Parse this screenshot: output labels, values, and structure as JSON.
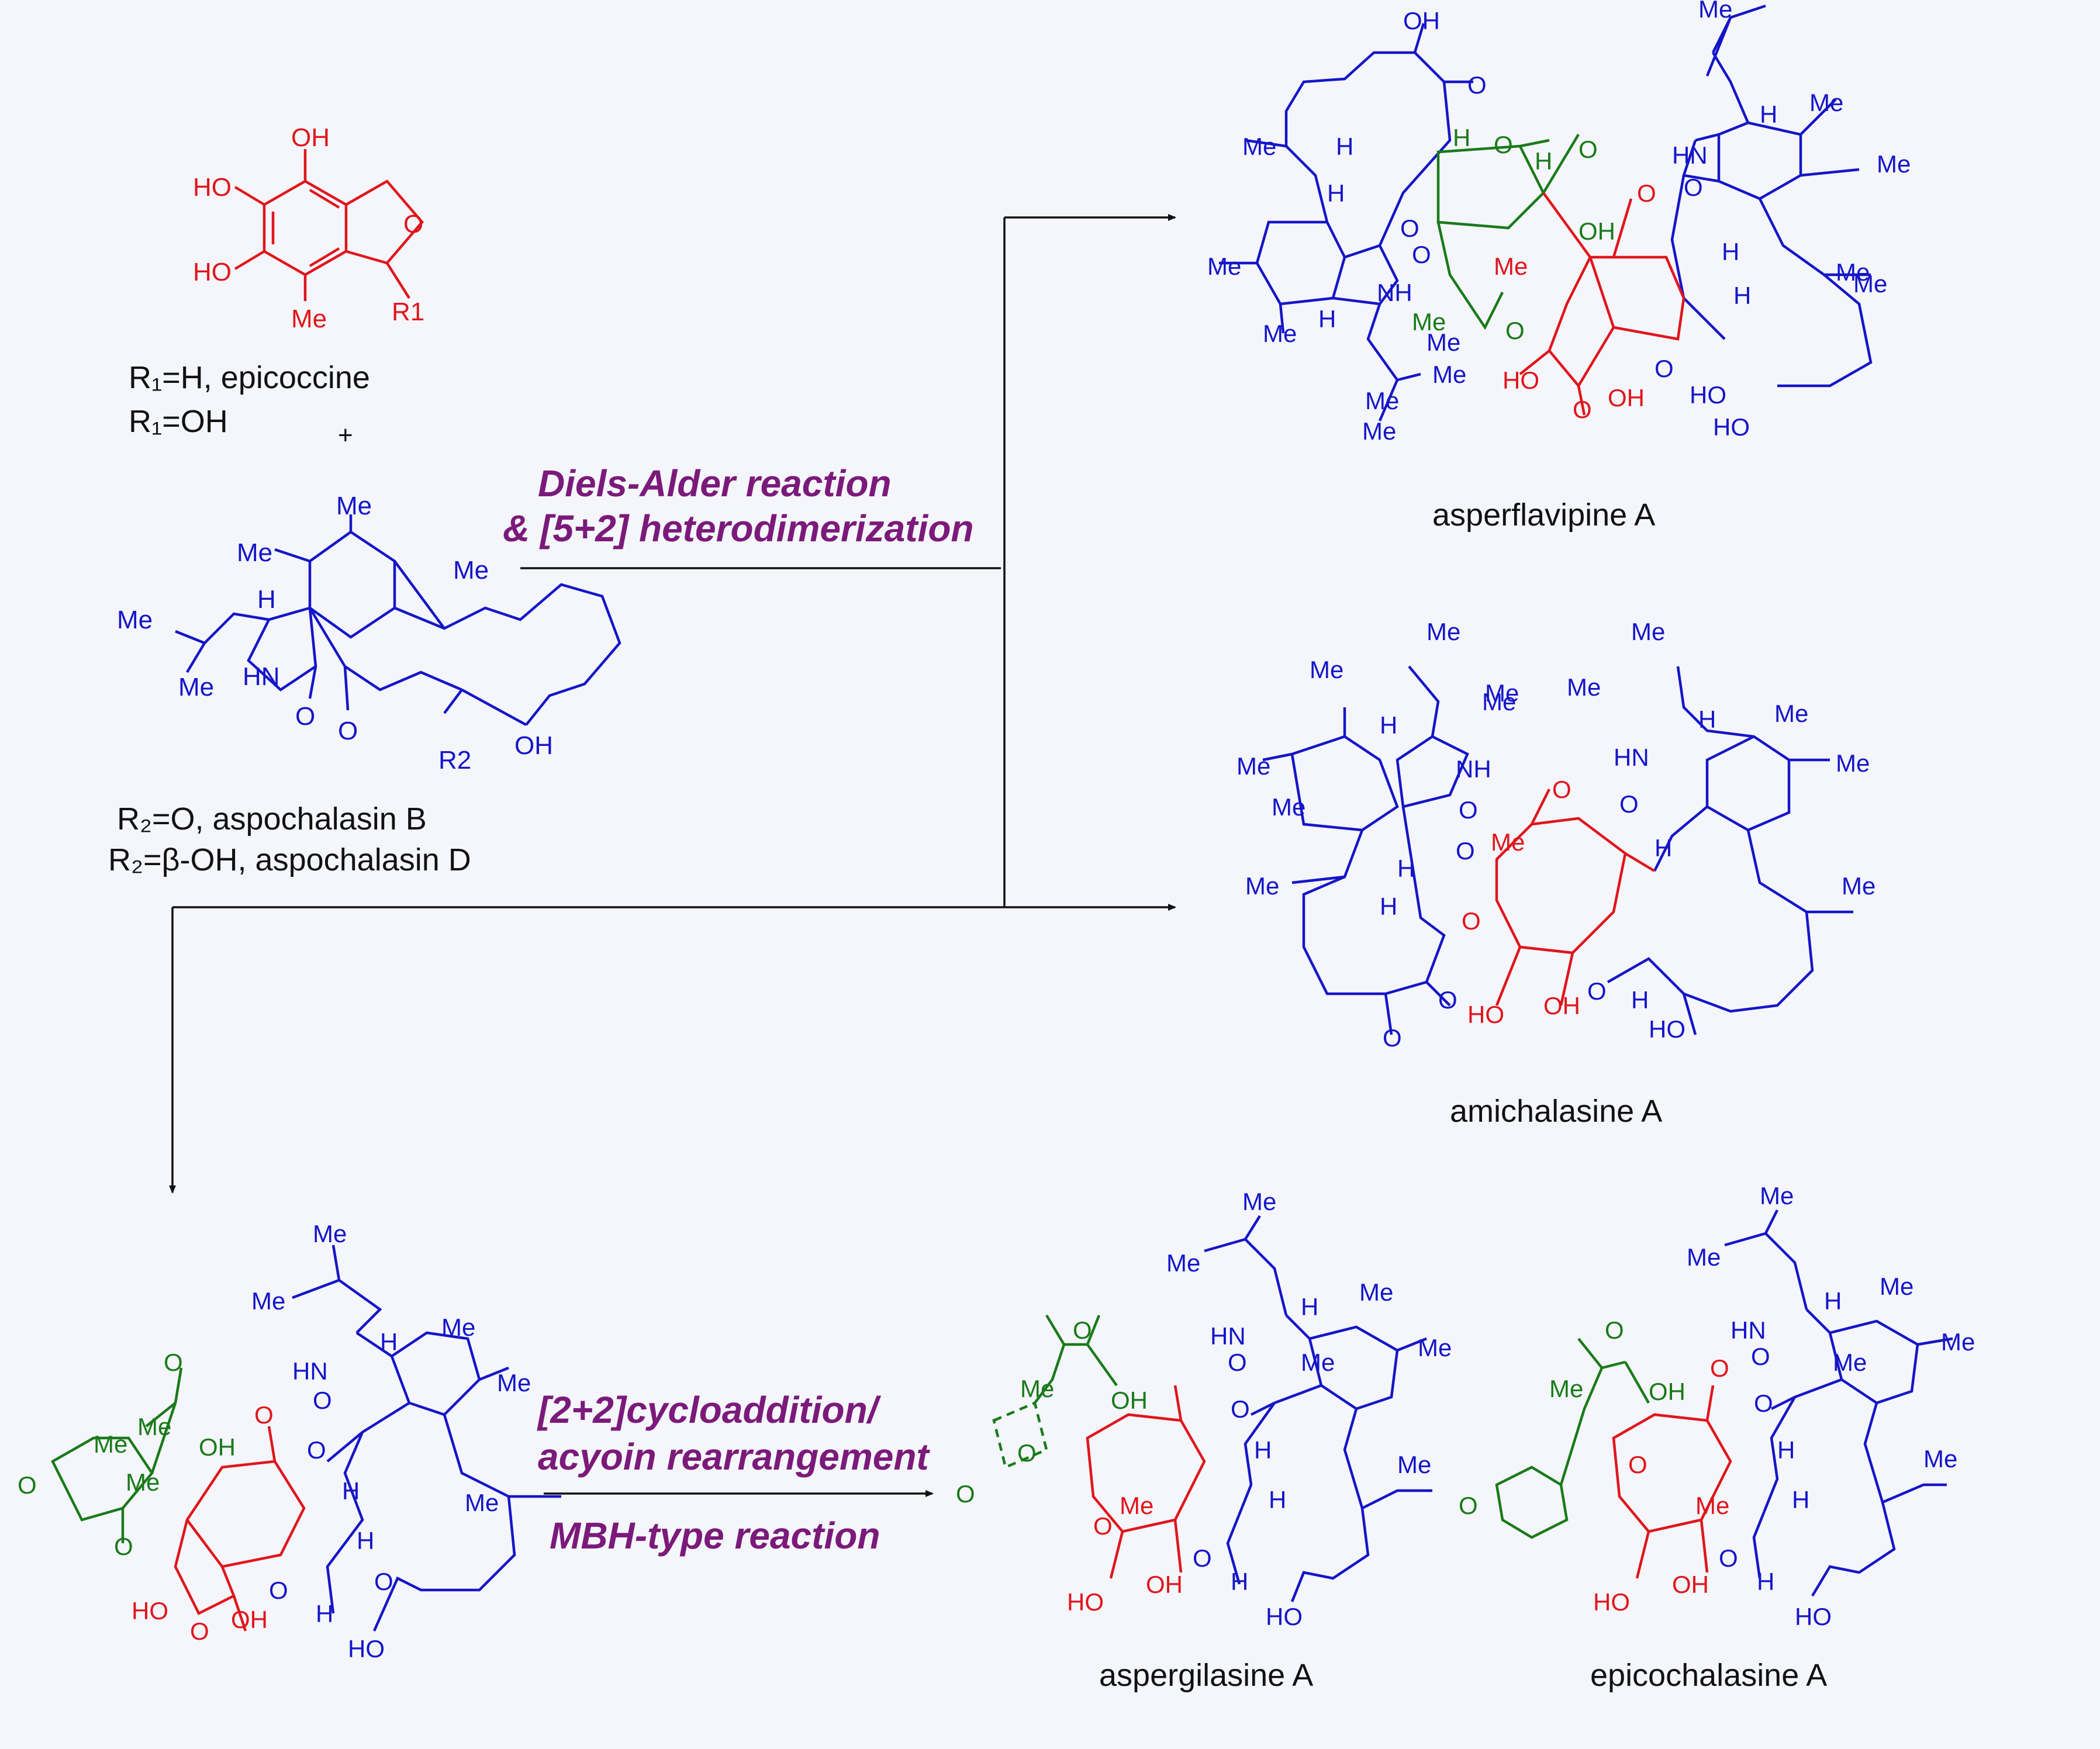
{
  "colors": {
    "epicoccine": "#e0151c",
    "aspochalasin": "#1515c8",
    "green": "#1a7a1a",
    "condition": "#7b1a7a",
    "arrow": "#111111"
  },
  "reactants": {
    "epicoccine": {
      "atoms": [
        "OH",
        "HO",
        "HO",
        "O",
        "Me",
        "R1"
      ],
      "labels": [
        "R₁=H, epicoccine",
        "R₁=OH"
      ]
    },
    "plus": "+",
    "aspochalasin": {
      "atoms": [
        "Me",
        "Me",
        "H",
        "Me",
        "Me",
        "HN",
        "O",
        "O",
        "Me",
        "R2",
        "OH"
      ],
      "labels": [
        "R₂=O, aspochalasin B",
        "R₂=β-OH, aspochalasin D"
      ]
    }
  },
  "conditions": {
    "top": [
      "Diels-Alder reaction",
      "& [5+2] heterodimerization"
    ],
    "bottom": [
      "[2+2]cycloaddition/",
      "acyoin rearrangement",
      "MBH-type reaction"
    ]
  },
  "products": {
    "asperflavipine": {
      "name": "asperflavipine A",
      "atoms": [
        "OH",
        "O",
        "Me",
        "H",
        "H",
        "O",
        "H",
        "O",
        "H",
        "O",
        "Me",
        "O",
        "O",
        "NH",
        "Me",
        "Me",
        "H",
        "Me",
        "Me",
        "OH",
        "O",
        "Me",
        "Me",
        "HN",
        "H",
        "Me",
        "Me",
        "O",
        "H",
        "H",
        "Me",
        "HO",
        "O",
        "OH",
        "O",
        "HO",
        "HO",
        "Me",
        "Me",
        "Me"
      ]
    },
    "amichalasine": {
      "name": "amichalasine A",
      "atoms": [
        "Me",
        "Me",
        "Me",
        "H",
        "NH",
        "Me",
        "Me",
        "O",
        "Me",
        "O",
        "H",
        "H",
        "Me",
        "O",
        "O",
        "O",
        "HO",
        "OH",
        "O",
        "H",
        "HO",
        "HN",
        "H",
        "Me",
        "Me",
        "O",
        "H",
        "Me",
        "O",
        "Me",
        "Me",
        "Me"
      ]
    },
    "intermediate": {
      "atoms": [
        "Me",
        "Me",
        "HN",
        "H",
        "Me",
        "Me",
        "O",
        "O",
        "O",
        "Me",
        "OH",
        "Me",
        "O",
        "O",
        "O",
        "H",
        "H",
        "Me",
        "HO",
        "O",
        "OH",
        "O",
        "HO",
        "H",
        "Me",
        "O"
      ]
    },
    "aspergilasine": {
      "name": "aspergilasine A",
      "atoms": [
        "Me",
        "Me",
        "HN",
        "H",
        "Me",
        "Me",
        "O",
        "O",
        "Me",
        "OH",
        "O",
        "O",
        "O",
        "H",
        "H",
        "Me",
        "Me",
        "O",
        "HO",
        "OH",
        "O",
        "H",
        "HO",
        "Me"
      ]
    },
    "epicochalasine": {
      "name": "epicochalasine A",
      "atoms": [
        "Me",
        "Me",
        "HN",
        "H",
        "Me",
        "Me",
        "O",
        "O",
        "Me",
        "OH",
        "O",
        "O",
        "O",
        "H",
        "H",
        "Me",
        "Me",
        "HO",
        "OH",
        "O",
        "H",
        "HO",
        "Me",
        "O"
      ]
    }
  }
}
